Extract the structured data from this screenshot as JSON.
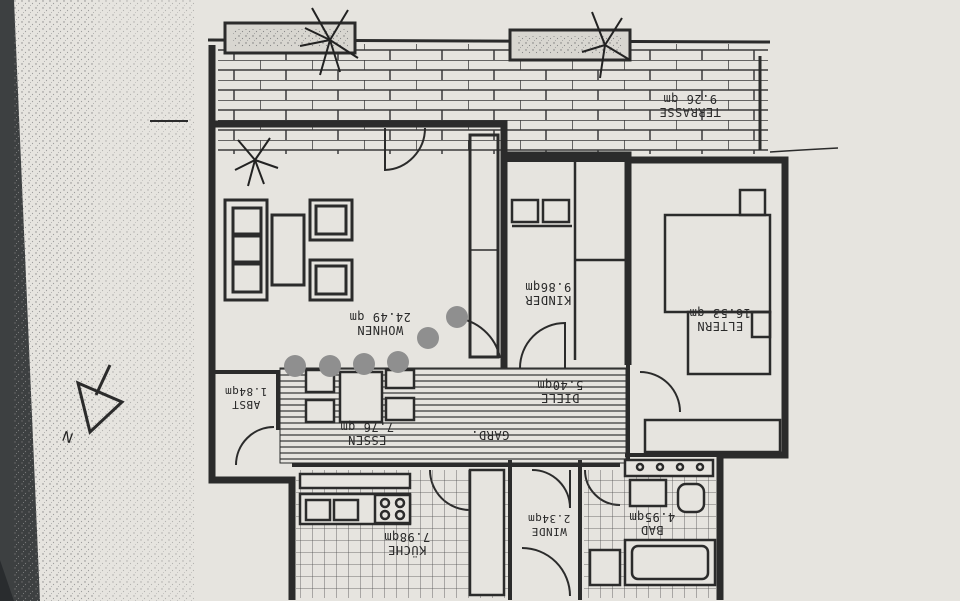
{
  "rooms": {
    "terrasse": {
      "name": "TERRASSE",
      "area": "9.26 qm"
    },
    "wohnen": {
      "name": "WOHNEN",
      "area": "24.49 qm"
    },
    "kinder": {
      "name": "KINDER",
      "area": "9.86qm"
    },
    "eltern": {
      "name": "ELTERN",
      "area": "16.53 qm"
    },
    "diele": {
      "name": "DIELE",
      "area": "5.40qm"
    },
    "essen": {
      "name": "ESSEN",
      "area": "7.76 qm"
    },
    "abst": {
      "name": "ABST",
      "area": "1.84qm"
    },
    "gard": {
      "name": "GARD."
    },
    "kueche": {
      "name": "KÜCHE",
      "area": "7.98qm"
    },
    "winde": {
      "name": "WINDE",
      "area": "2.34qm"
    },
    "bad": {
      "name": "BAD",
      "area": "4.95qm"
    }
  },
  "compass": {
    "label": "N"
  },
  "colors": {
    "paper": "#e6e4df",
    "ink": "#2b2b2b",
    "marker": "#8f8f8f",
    "background": "#1f2326"
  }
}
